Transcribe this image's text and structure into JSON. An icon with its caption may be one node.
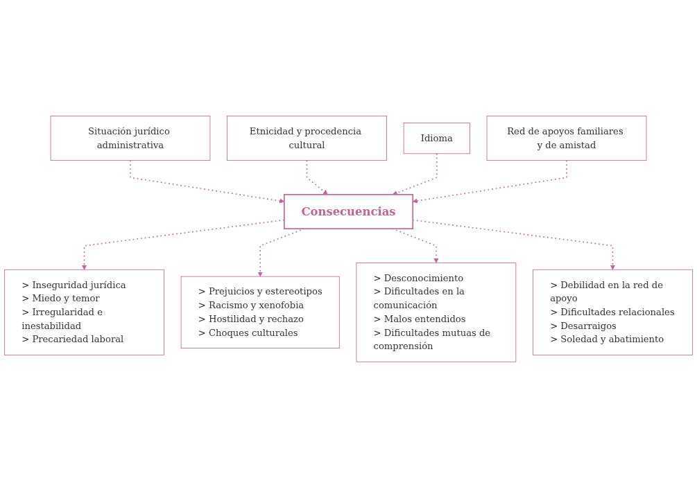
{
  "diagram": {
    "nodes": [
      {
        "text": [
          "Situación jurídico administrativa"
        ]
      },
      {
        "text": [
          "Etnicidad y procedencia cultural"
        ]
      },
      {
        "text": [
          "Idioma"
        ]
      },
      {
        "text": [
          "Red de apoyos familiares y de amistad"
        ]
      },
      {
        "text": [
          "Consecuencias"
        ]
      },
      {
        "text": [
          "> Inseguridad jurídica",
          "> Miedo y temor",
          "> Irregularidad e inestabilidad",
          "> Precariedad laboral"
        ]
      },
      {
        "text": [
          "> Prejuicios y estereotipos",
          "> Racismo y xenofobia",
          "> Hostilidad y rechazo",
          "> Choques culturales"
        ]
      },
      {
        "text": [
          "> Desconocimiento",
          "> Dificultades en la comunicación",
          "> Malos entendidos",
          "> Dificultades mutuas de comprensión"
        ]
      },
      {
        "text": [
          "> Debilidad en la red de apoyo",
          "> Dificultades relacionales",
          "> Desarraigos",
          "> Soledad y abatimiento"
        ]
      }
    ],
    "edges": [
      {
        "from": 0,
        "to": 4,
        "arrow": "to",
        "style": "dashed"
      },
      {
        "from": 1,
        "to": 4,
        "arrow": "to",
        "style": "dashed"
      },
      {
        "from": 2,
        "to": 4,
        "arrow": "to",
        "style": "dashed"
      },
      {
        "from": 3,
        "to": 4,
        "arrow": "to",
        "style": "dashed"
      },
      {
        "from": 4,
        "to": 5,
        "arrow": "to",
        "style": "dashed"
      },
      {
        "from": 4,
        "to": 6,
        "arrow": "to",
        "style": "dashed"
      },
      {
        "from": 4,
        "to": 7,
        "arrow": "to",
        "style": "dashed"
      },
      {
        "from": 4,
        "to": 8,
        "arrow": "to",
        "style": "dashed"
      }
    ]
  }
}
